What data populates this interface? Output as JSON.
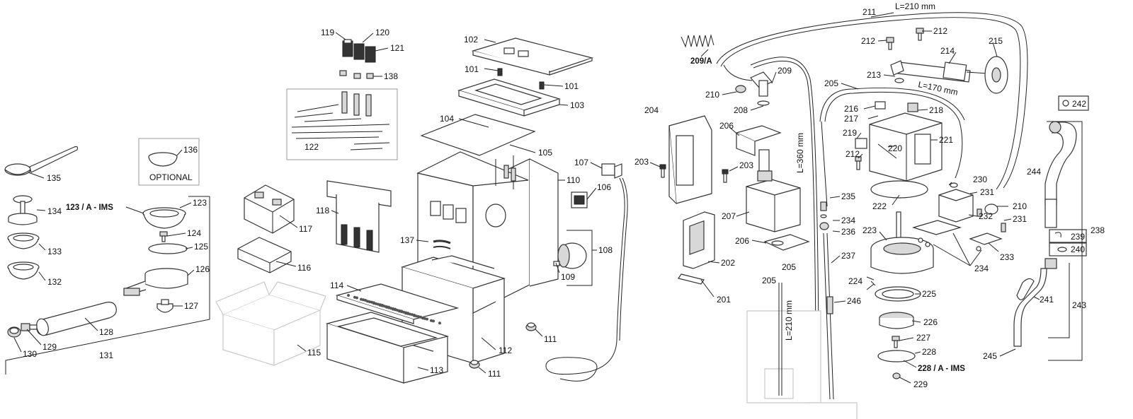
{
  "callouts": {
    "c135": "135",
    "c134": "134",
    "c133": "133",
    "c132": "132",
    "c136": "136",
    "optional": "OPTIONAL",
    "c123a": "123 / A - IMS",
    "c123": "123",
    "c124": "124",
    "c125": "125",
    "c126": "126",
    "c127": "127",
    "c128": "128",
    "c129": "129",
    "c130": "130",
    "c131": "131",
    "c119": "119",
    "c120": "120",
    "c121": "121",
    "c138": "138",
    "c122": "122",
    "c117": "117",
    "c116": "116",
    "c115": "115",
    "c118": "118",
    "c102": "102",
    "c101a": "101",
    "c101b": "101",
    "c103": "103",
    "c104": "104",
    "c105": "105",
    "c110": "110",
    "c107": "107",
    "c106": "106",
    "c108": "108",
    "c109": "109",
    "c137": "137",
    "c114": "114",
    "c113": "113",
    "c112": "112",
    "c111a": "111",
    "c111b": "111",
    "c209a": "209/A",
    "c209": "209",
    "c210a": "210",
    "c208": "208",
    "c211": "211",
    "c212a": "212",
    "c212b": "212",
    "c214": "214",
    "c215": "215",
    "c213": "213",
    "c204": "204",
    "c206a": "206",
    "c203a": "203",
    "c203b": "203",
    "c205a": "205",
    "c216": "216",
    "c217": "217",
    "c218": "218",
    "c219": "219",
    "c212c": "212",
    "c220": "220",
    "c221": "221",
    "c222": "222",
    "c207": "207",
    "c206b": "206",
    "c202": "202",
    "c201": "201",
    "c205b": "205",
    "c205c": "205",
    "c235": "235",
    "c234a": "234",
    "c236": "236",
    "c237": "237",
    "c246": "246",
    "c223": "223",
    "c224": "224",
    "c225": "225",
    "c226": "226",
    "c227": "227",
    "c228": "228",
    "c228a": "228 / A - IMS",
    "c229": "229",
    "c230": "230",
    "c231a": "231",
    "c232": "232",
    "c210b": "210",
    "c231b": "231",
    "c233": "233",
    "c234b": "234",
    "c242": "242",
    "c244": "244",
    "c239": "239",
    "c240": "240",
    "c238": "238",
    "c241": "241",
    "c243": "243",
    "c245": "245"
  },
  "dimensions": {
    "d211": "L=210 mm",
    "d170": "L=170 mm",
    "d360": "L=360 mm",
    "d210v": "L=210 mm"
  }
}
